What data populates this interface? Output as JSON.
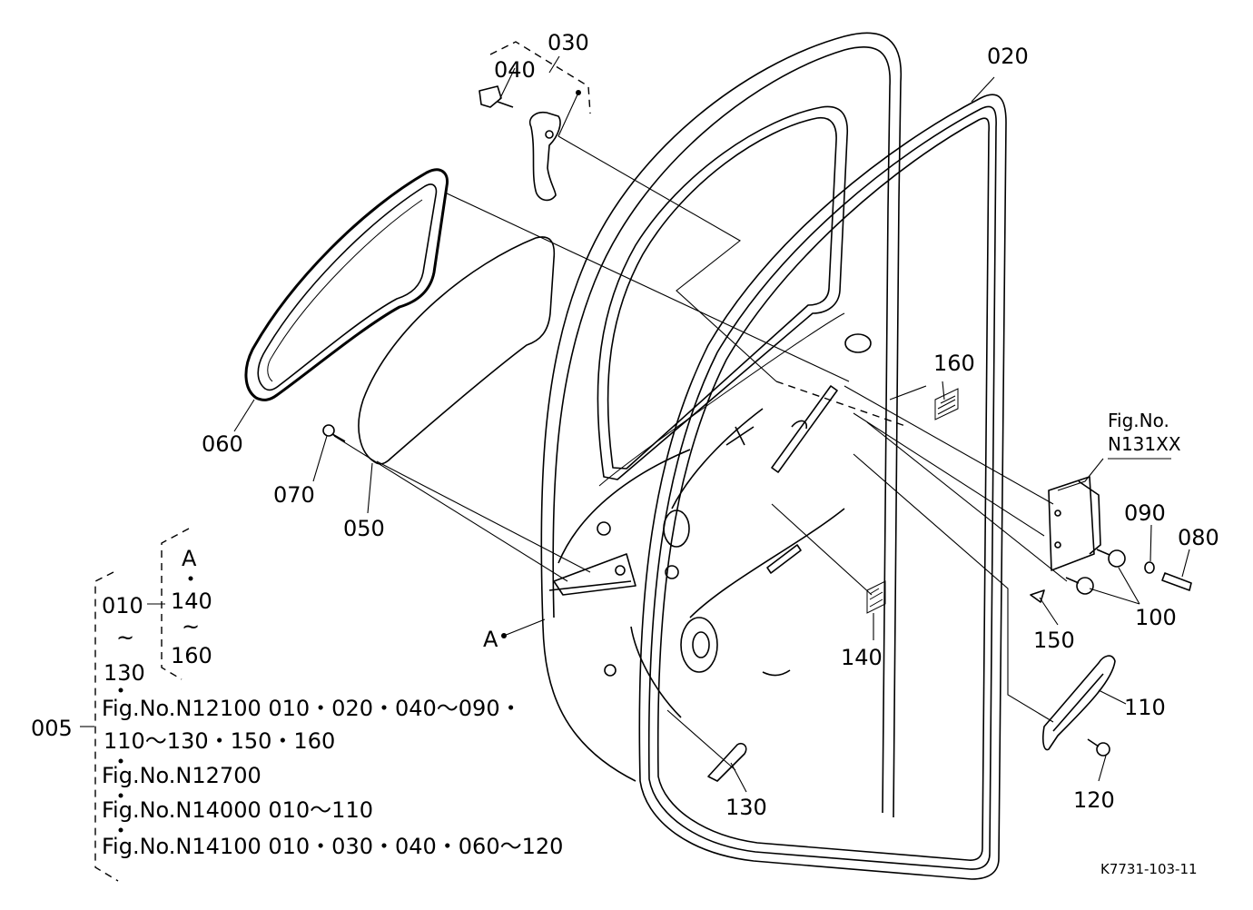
{
  "drawing_code": "K7731-103-11",
  "callouts": {
    "p005": "005",
    "p010": "010",
    "p020": "020",
    "p030": "030",
    "p040": "040",
    "p050": "050",
    "p060": "060",
    "p070": "070",
    "p080": "080",
    "p090": "090",
    "p100": "100",
    "p110": "110",
    "p120": "120",
    "p130": "130",
    "p140_main": "140",
    "p140_group": "140",
    "p150": "150",
    "p160_main": "160",
    "p160_group": "160",
    "p130_group": "130"
  },
  "point_a": "A",
  "group_a_letter": "A",
  "tilde": "~",
  "fig_ref": {
    "line1": "Fig.No.",
    "line2": "N131XX"
  },
  "fig_list": [
    "Fig.No.N12100  010・020・040～090・",
    "110～130・150・160",
    "Fig.No.N12700",
    "Fig.No.N14000  010～110",
    "Fig.No.N14100  010・030・040・060～120"
  ]
}
